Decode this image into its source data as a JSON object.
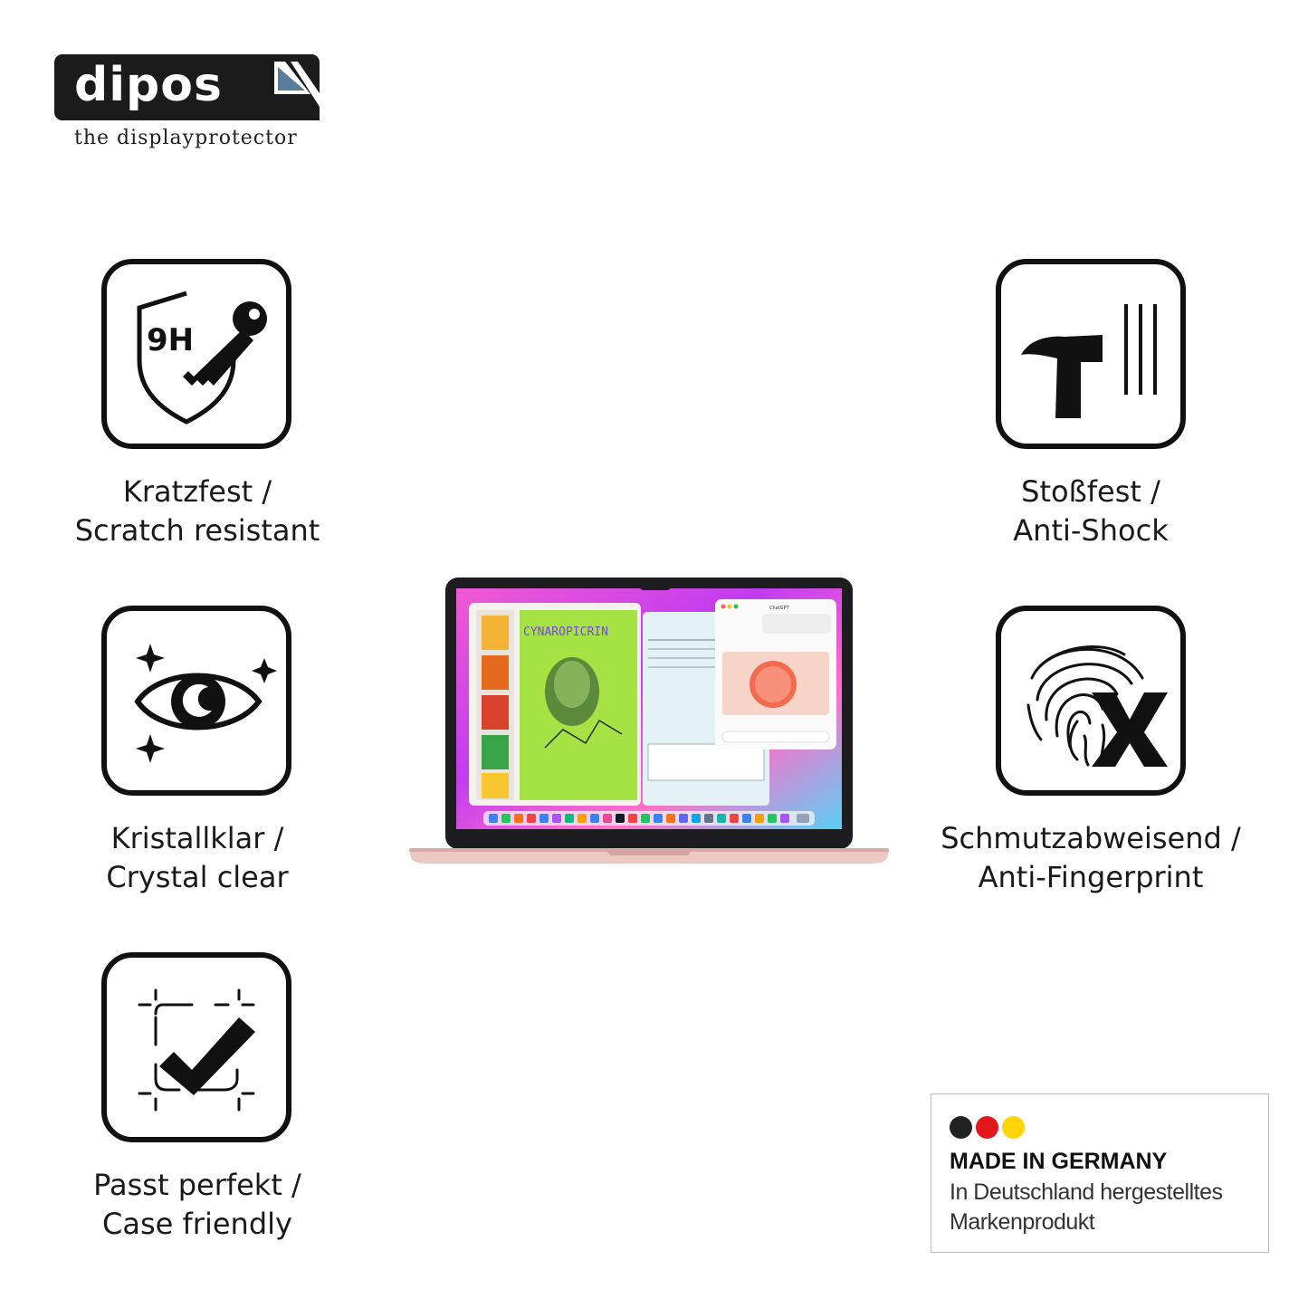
{
  "logo": {
    "brand": "dipos",
    "tagline": "the displayprotector"
  },
  "features": [
    {
      "id": "scratch",
      "icon": "shield-9h-key-icon",
      "badge": "9H",
      "line1": "Kratzfest /",
      "line2": "Scratch resistant"
    },
    {
      "id": "shock",
      "icon": "hammer-impact-icon",
      "line1": "Stoßfest /",
      "line2": "Anti-Shock"
    },
    {
      "id": "clear",
      "icon": "sparkling-eye-icon",
      "line1": "Kristallklar /",
      "line2": "Crystal clear"
    },
    {
      "id": "fingerprint",
      "icon": "fingerprint-cross-icon",
      "line1": "Schmutzabweisend /",
      "line2": "Anti-Fingerprint"
    },
    {
      "id": "fit",
      "icon": "frame-checkmark-icon",
      "line1": "Passt perfekt /",
      "line2": "Case friendly"
    }
  ],
  "laptop": {
    "screen_heading": "CYNAROPICRIN",
    "side_panel_title": "ChatGPT"
  },
  "made_in_germany": {
    "title": "MADE IN GERMANY",
    "line1": "In Deutschland hergestelltes",
    "line2": "Markenprodukt",
    "flag_colors": [
      "#222222",
      "#e3161b",
      "#ffd400"
    ]
  }
}
